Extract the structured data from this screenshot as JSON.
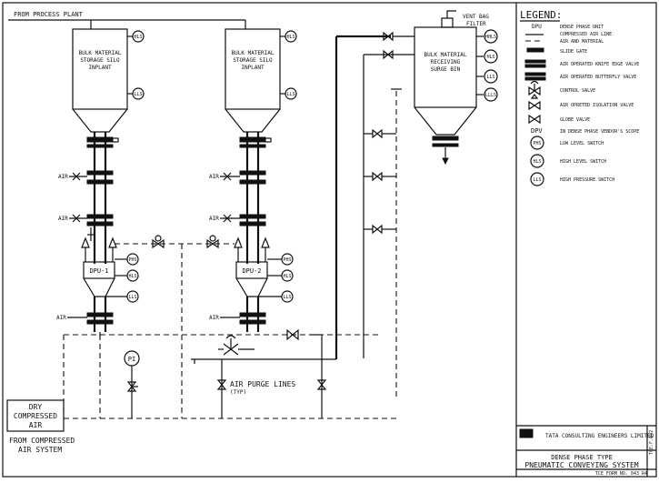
{
  "source_label": "FROM PROCESS PLANT",
  "silo1": {
    "line1": "BULK MATERIAL",
    "line2": "STORAGE SILO",
    "line3": "INPLANT"
  },
  "silo2": {
    "line1": "BULK MATERIAL",
    "line2": "STORAGE SILO",
    "line3": "INPLANT"
  },
  "bin": {
    "line1": "BULK MATERIAL",
    "line2": "RECEIVING",
    "line3": "SURGE BIN"
  },
  "vent_label": {
    "line1": "VENT BAG",
    "line2": "FILTER"
  },
  "dpu1": "DPU-1",
  "dpu2": "DPU-2",
  "air_label": "AIR",
  "switches": {
    "hls": "HLS",
    "lls": "LLS",
    "phs": "PHS",
    "hhls": "HHLS",
    "llls": "LLLS",
    "pi": "PI"
  },
  "purge_label": {
    "line1": "AIR PURGE LINES",
    "line2": "(TYP)"
  },
  "dry_air_box": {
    "line1": "DRY",
    "line2": "COMPRESSED",
    "line3": "AIR"
  },
  "from_compressed": {
    "line1": "FROM COMPRESSED",
    "line2": "AIR SYSTEM"
  },
  "legend": {
    "title": "LEGEND:",
    "items": [
      {
        "symbol": "DPU",
        "text": "DENSE PHASE UNIT"
      },
      {
        "symbol": "",
        "text": "COMPRESSED AIR LINE"
      },
      {
        "symbol": "",
        "text": "AIR AND MATERIAL"
      },
      {
        "symbol": "",
        "text": "SLIDE GATE"
      },
      {
        "symbol": "",
        "text": "AIR OPERATED KNIFE EDGE VALVE"
      },
      {
        "symbol": "",
        "text": "AIR OPERATED BUTTERFLY VALVE"
      },
      {
        "symbol": "",
        "text": "CONTROL VALVE"
      },
      {
        "symbol": "",
        "text": "AIR OPRETED ISOLATION VALVE"
      },
      {
        "symbol": "",
        "text": "GLOBE VALVE"
      },
      {
        "symbol": "DPV",
        "text": "IN DENSE PHASE VENDOR'S SCOPE"
      },
      {
        "symbol": "PHS",
        "text": "LOW LEVEL SWITCH"
      },
      {
        "symbol": "HLS",
        "text": "HIGH LEVEL SWITCH"
      },
      {
        "symbol": "LLS",
        "text": "HIGH PRESSURE SWITCH"
      }
    ]
  },
  "title_block": {
    "company": "TATA CONSULTING ENGINEERS LIMITED",
    "title1": "DENSE PHASE TYPE",
    "title2": "PNEUMATIC CONVEYING SYSTEM",
    "form_no": "TCE FORM NO. 043 R4",
    "side_code": "TCE.F.042"
  }
}
